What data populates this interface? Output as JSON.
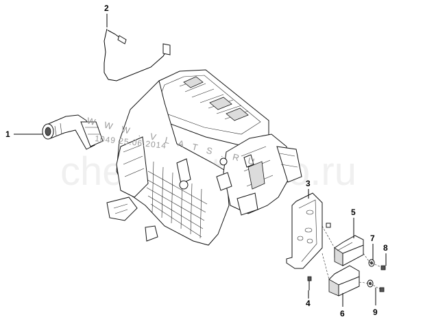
{
  "callouts": [
    {
      "id": "1",
      "text": "1"
    },
    {
      "id": "2",
      "text": "2"
    },
    {
      "id": "3",
      "text": "3"
    },
    {
      "id": "4",
      "text": "4"
    },
    {
      "id": "5",
      "text": "5"
    },
    {
      "id": "6",
      "text": "6"
    },
    {
      "id": "7",
      "text": "7"
    },
    {
      "id": "8",
      "text": "8"
    },
    {
      "id": "9",
      "text": "9"
    }
  ],
  "watermark": {
    "site_dots": "W W W . V L A T S . R U",
    "timestamp": "1049 25.06.2014",
    "brand_bg": "chevrolet-avto.ru"
  },
  "colors": {
    "line": "#000000",
    "watermark": "#9a9a9a",
    "background": "#ffffff"
  }
}
